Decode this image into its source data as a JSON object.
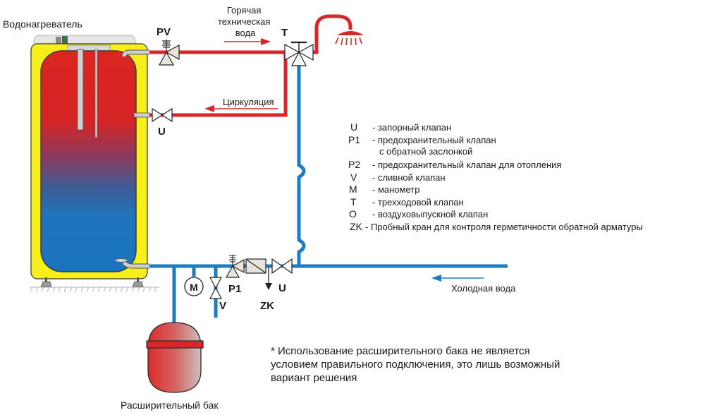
{
  "diagram": {
    "title_water_heater": "Водонагреватель",
    "hot_water_label": [
      "Горячая",
      "техническая",
      "вода"
    ],
    "circulation_label": "Циркуляция",
    "cold_water_label": "Холодная вода",
    "expansion_tank_label": "Расширительный бак",
    "valve_labels": {
      "pv": "PV",
      "t": "T",
      "u_top": "U",
      "u_bottom": "U",
      "p1": "P1",
      "v": "V",
      "m": "M",
      "zk": "ZK"
    },
    "colors": {
      "hot_pipe": "#d9262a",
      "cold_pipe": "#1f7cc1",
      "jacket": "#f7ee1a",
      "valve_fill": "#e8e4da"
    }
  },
  "legend": {
    "items": [
      {
        "code": "U",
        "desc": "- запорный клапан"
      },
      {
        "code": "P1",
        "desc": "- предохранительный клапан"
      },
      {
        "code": "",
        "desc": "с обратной заслонкой"
      },
      {
        "code": "P2",
        "desc": "- предохранительный клапан для отопления"
      },
      {
        "code": "V",
        "desc": "- сливной клапан"
      },
      {
        "code": "M",
        "desc": "- манометр"
      },
      {
        "code": "T",
        "desc": "- трехходовой клапан"
      },
      {
        "code": "O",
        "desc": "- воздуховыпускной клапан"
      },
      {
        "code": "ZK",
        "desc": "- Пробный кран для контроля герметичности обратной арматуры"
      }
    ]
  },
  "footnote": {
    "lines": [
      "* Использование расширительного бака не является",
      "условием правильного подключения, это лишь возможный",
      "вариант решения"
    ]
  }
}
